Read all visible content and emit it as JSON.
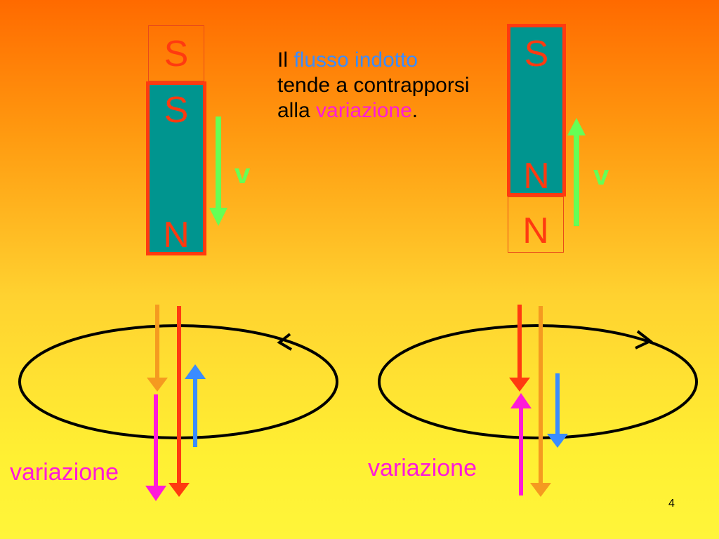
{
  "left": {
    "ghost_pole": "S",
    "magnet_top": "S",
    "magnet_bottom": "N",
    "velocity_label": "v",
    "caption": "variazione"
  },
  "right": {
    "magnet_top": "S",
    "magnet_bottom": "N",
    "ghost_pole": "N",
    "velocity_label": "v",
    "caption": "variazione"
  },
  "text": {
    "part1": "Il ",
    "flux": "flusso indotto",
    "part2": "tende a contrapporsi alla ",
    "variation": "variazione",
    "end": "."
  },
  "slide_number": "4",
  "colors": {
    "magnet_fill": "#00958f",
    "magnet_border": "#ff3a10",
    "velocity_arrow": "#66ff55",
    "variation_arrow": "#ff1ad8",
    "induced_arrow": "#3a8cff",
    "initial_flux_arrow": "#f59a20",
    "final_flux_arrow": "#ff3a10"
  }
}
